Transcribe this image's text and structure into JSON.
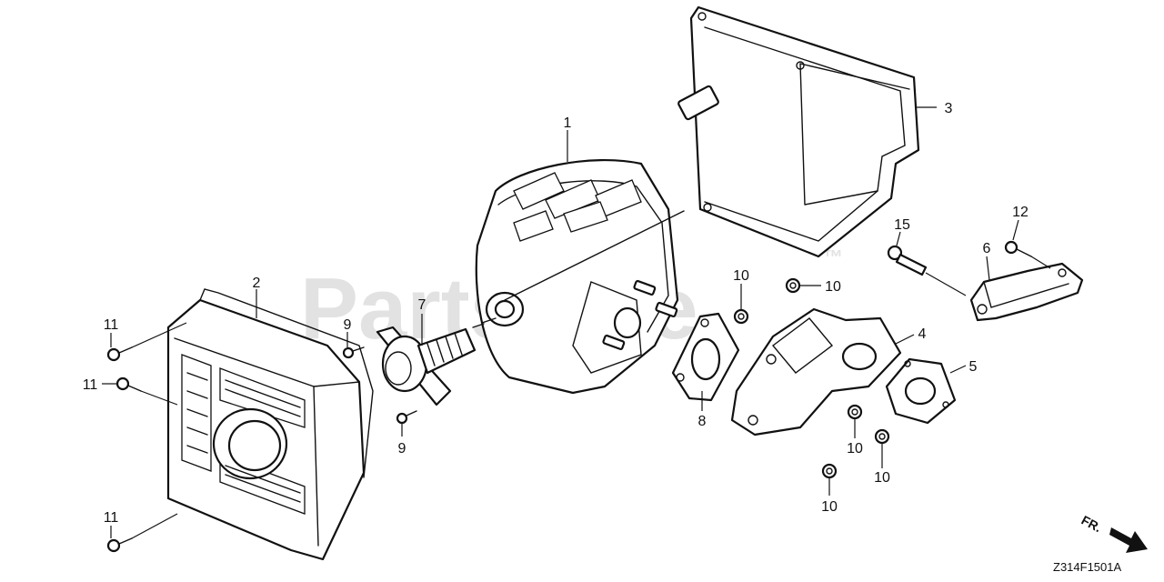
{
  "watermark": {
    "brand": "PartsTree",
    "trademark": "™"
  },
  "callouts": [
    {
      "label": "1"
    },
    {
      "label": "2"
    },
    {
      "label": "3"
    },
    {
      "label": "4"
    },
    {
      "label": "5"
    },
    {
      "label": "6"
    },
    {
      "label": "7"
    },
    {
      "label": "8"
    },
    {
      "label": "9"
    },
    {
      "label": "9"
    },
    {
      "label": "10"
    },
    {
      "label": "10"
    },
    {
      "label": "10"
    },
    {
      "label": "10"
    },
    {
      "label": "10"
    },
    {
      "label": "11"
    },
    {
      "label": "11"
    },
    {
      "label": "11"
    },
    {
      "label": "12"
    },
    {
      "label": "15"
    }
  ],
  "direction_label": "FR.",
  "diagram_code": "Z314F1501A",
  "colors": {
    "line": "#111111",
    "watermark": "#d9d9d9",
    "background": "#ffffff"
  }
}
